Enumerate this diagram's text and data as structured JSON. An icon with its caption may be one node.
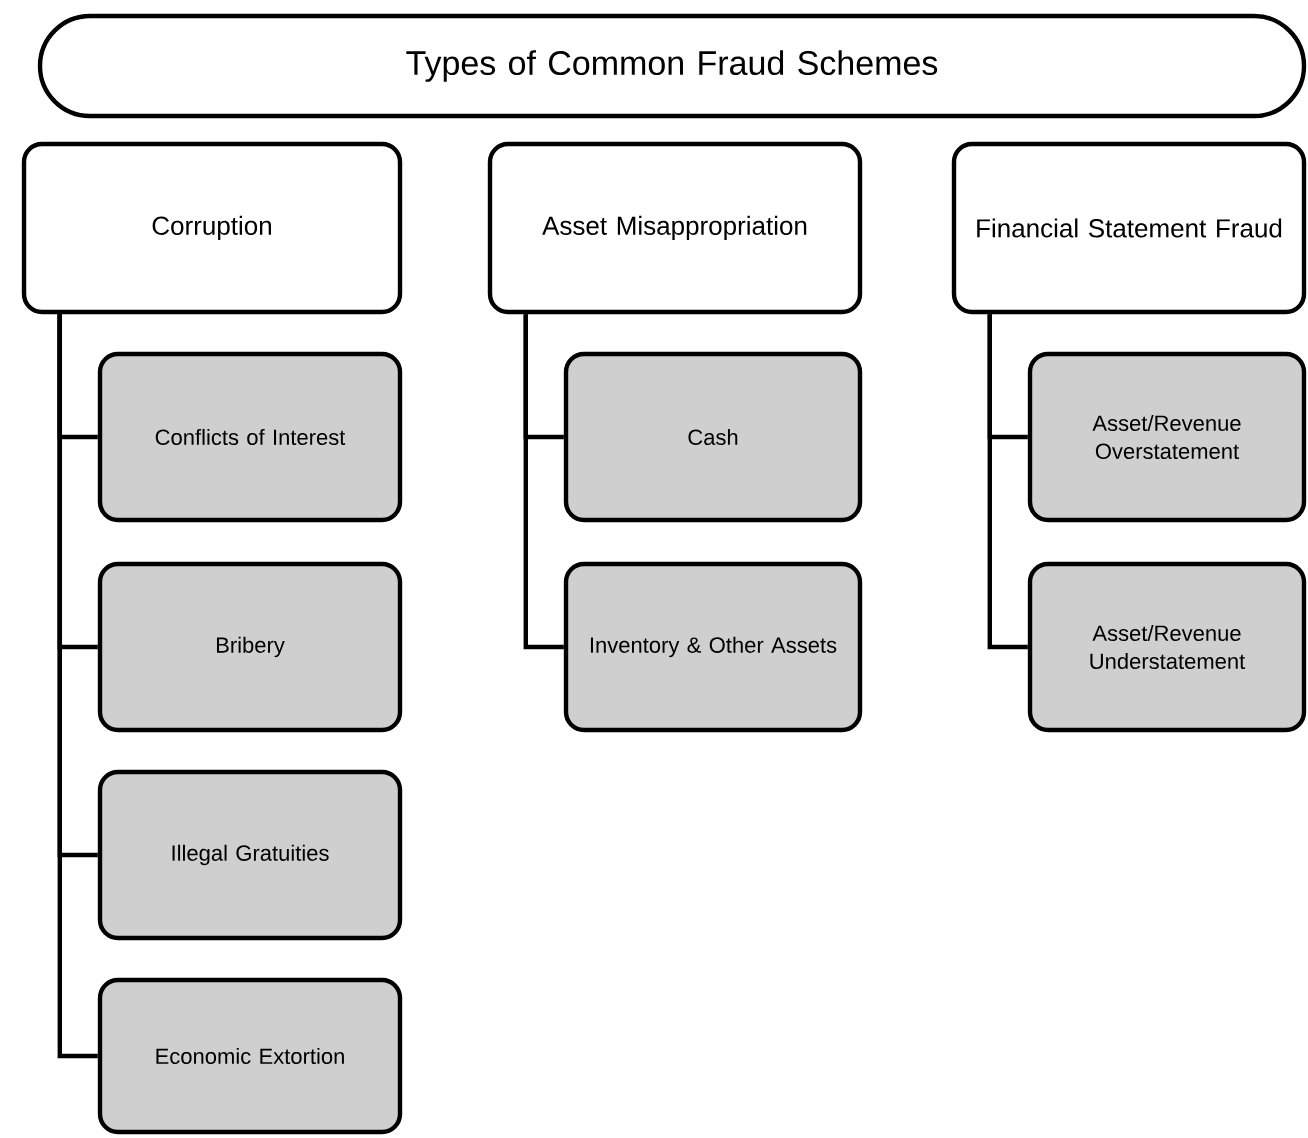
{
  "diagram": {
    "nodes": [
      {
        "text": [
          "Types of Common Fraud Schemes"
        ]
      },
      {
        "text": [
          "Corruption"
        ]
      },
      {
        "text": [
          "Asset Misappropriation"
        ]
      },
      {
        "text": [
          "Financial Statement Fraud"
        ]
      },
      {
        "text": [
          "Conflicts of Interest"
        ]
      },
      {
        "text": [
          "Bribery"
        ]
      },
      {
        "text": [
          "Illegal Gratuities"
        ]
      },
      {
        "text": [
          "Economic Extortion"
        ]
      },
      {
        "text": [
          "Cash"
        ]
      },
      {
        "text": [
          "Inventory & Other Assets"
        ]
      },
      {
        "text": [
          "Asset/Revenue Overstatement"
        ]
      },
      {
        "text": [
          "Asset/Revenue Understatement"
        ]
      }
    ],
    "edges": [
      {
        "from": 1,
        "to": 4,
        "arrow": "none"
      },
      {
        "from": 1,
        "to": 5,
        "arrow": "none"
      },
      {
        "from": 1,
        "to": 6,
        "arrow": "none"
      },
      {
        "from": 1,
        "to": 7,
        "arrow": "none"
      },
      {
        "from": 2,
        "to": 8,
        "arrow": "none"
      },
      {
        "from": 2,
        "to": 9,
        "arrow": "none"
      },
      {
        "from": 3,
        "to": 10,
        "arrow": "none"
      },
      {
        "from": 3,
        "to": 11,
        "arrow": "none"
      }
    ]
  }
}
